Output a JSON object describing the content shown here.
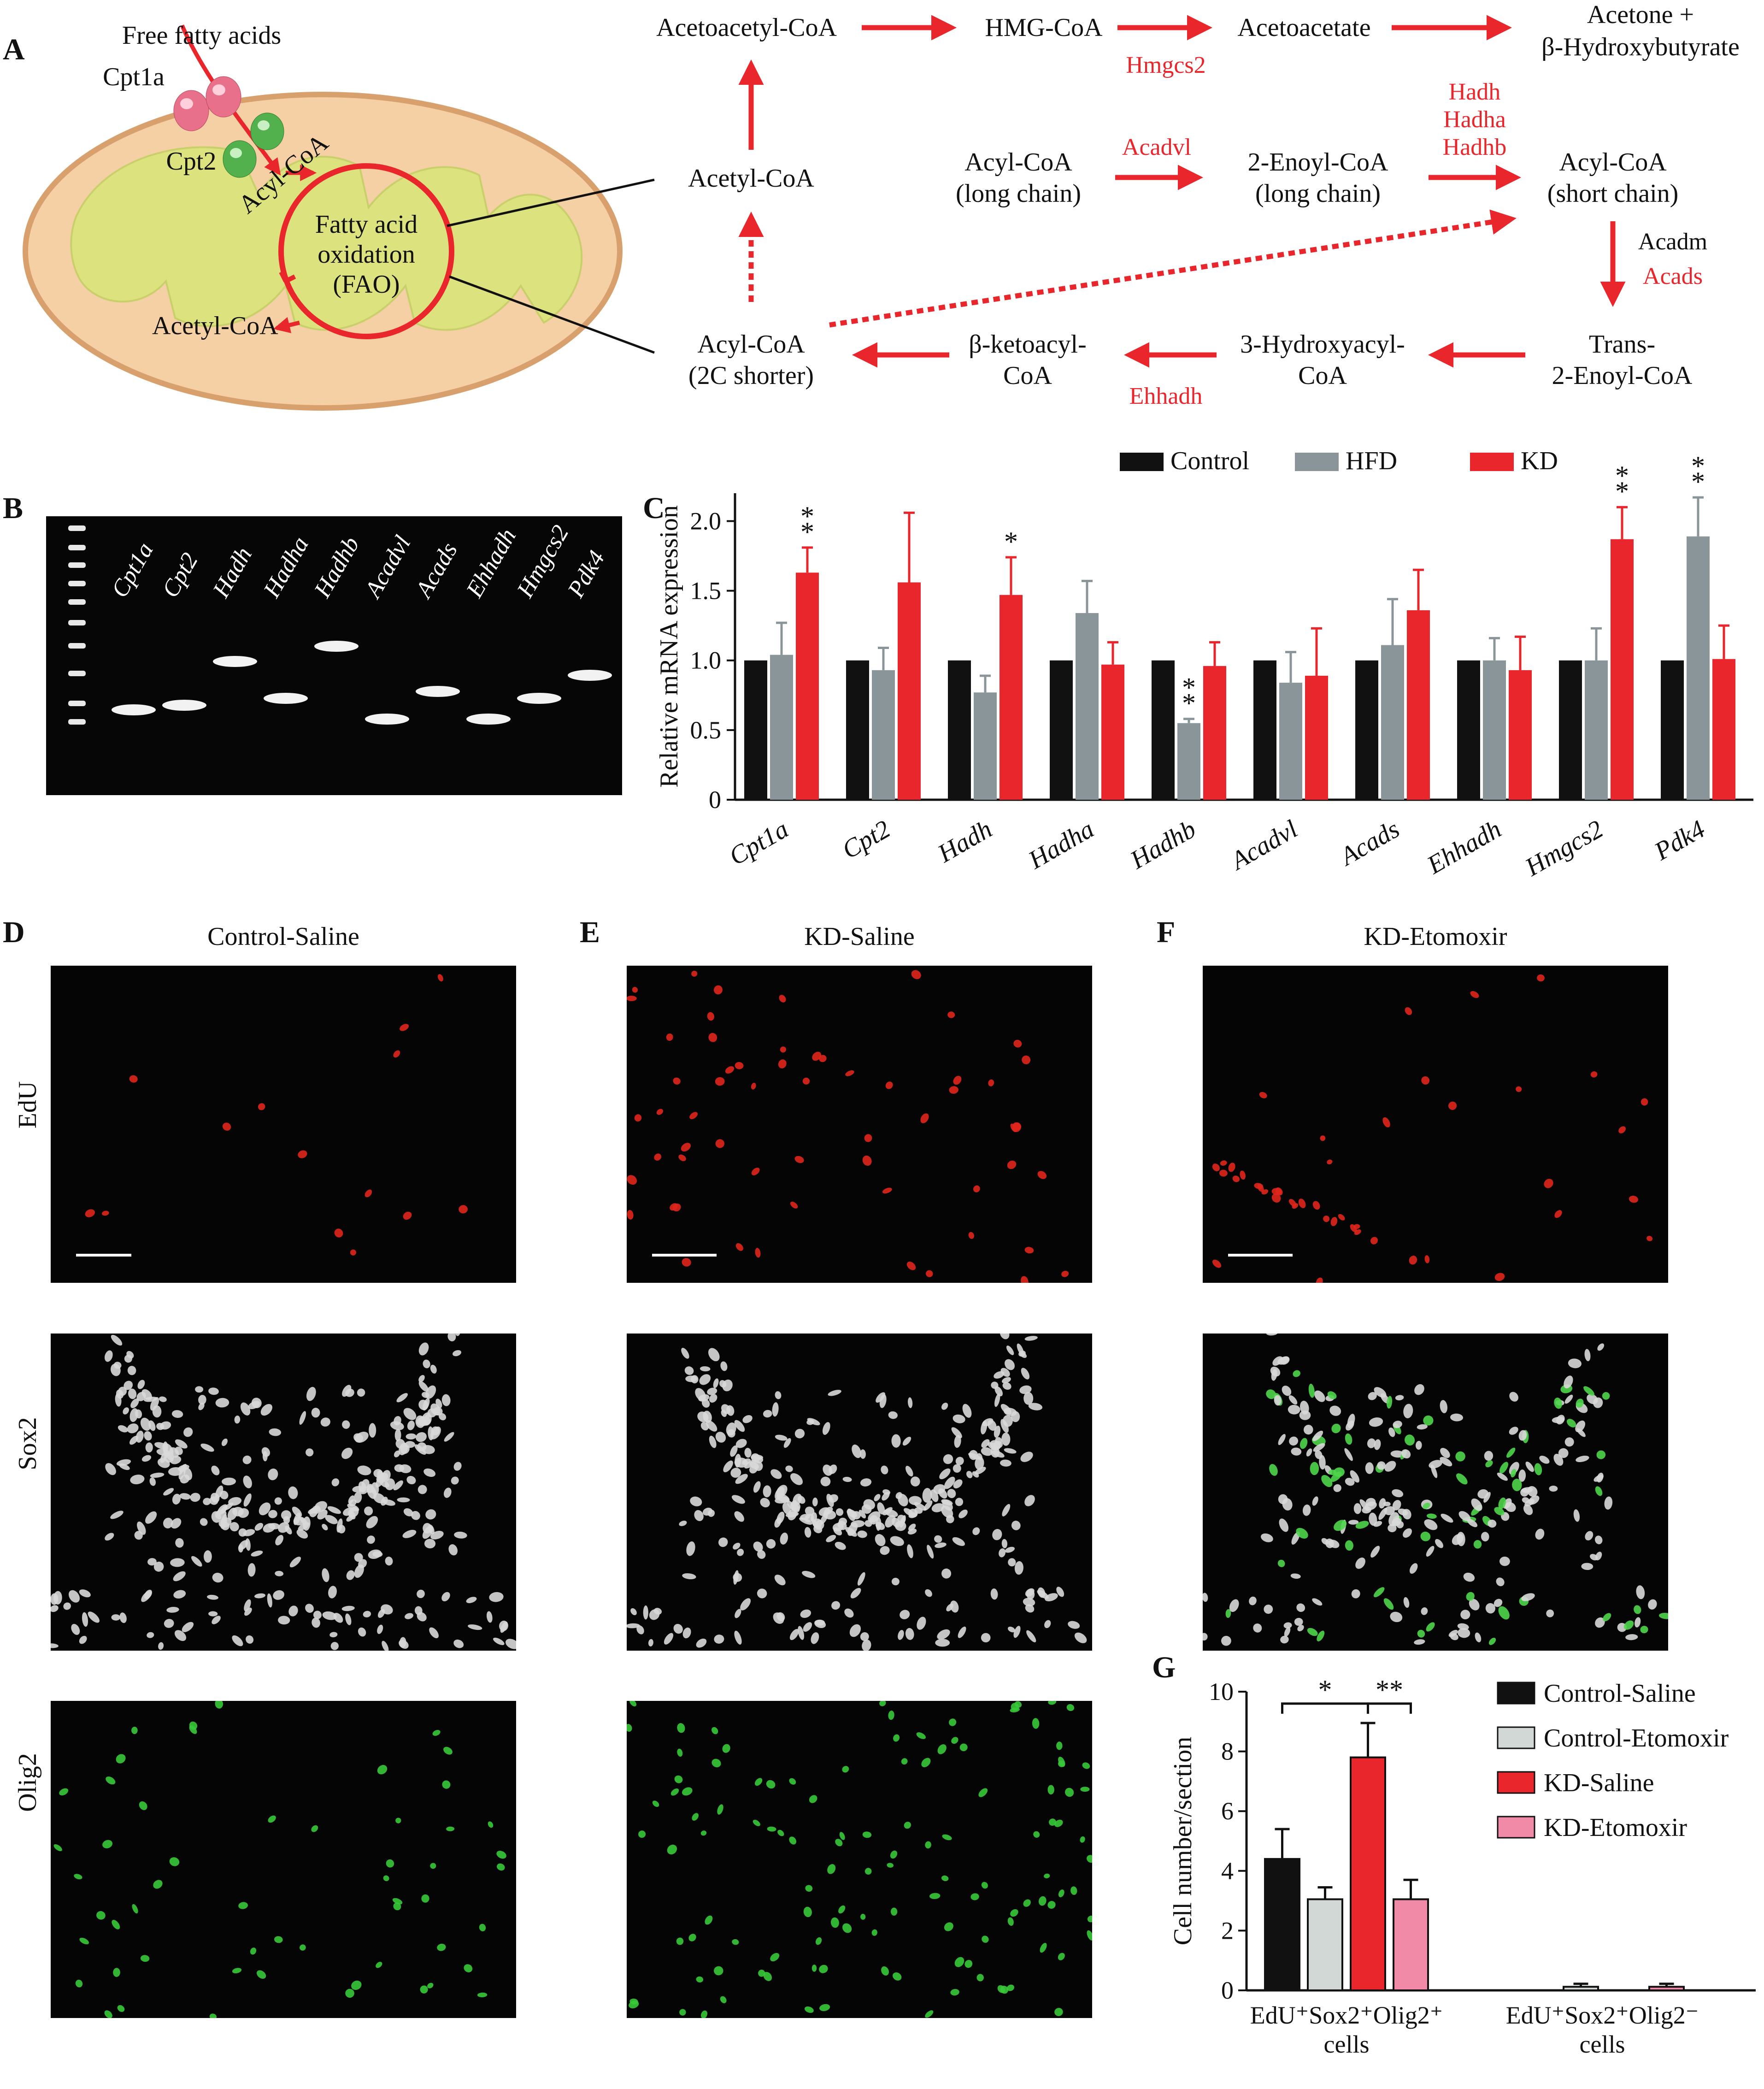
{
  "panel_labels": {
    "a": "A",
    "b": "B",
    "c": "C",
    "d": "D",
    "e": "E",
    "f": "F",
    "g": "G"
  },
  "panel_a": {
    "mito": {
      "free_fatty_acids": "Free fatty acids",
      "cpt1a": "Cpt1a",
      "cpt2": "Cpt2",
      "acyl_coa": "Acyl-CoA",
      "fao_line1": "Fatty acid",
      "fao_line2": "oxidation",
      "fao_line3": "(FAO)",
      "acetyl_coa": "Acetyl-CoA"
    },
    "nodes": {
      "acetoacetyl": "Acetoacetyl-CoA",
      "hmg": "HMG-CoA",
      "acetoacetate": "Acetoacetate",
      "acetone_1": "Acetone +",
      "acetone_2": "β-Hydroxybutyrate",
      "acetyl": "Acetyl-CoA",
      "acyl_long_1": "Acyl-CoA",
      "acyl_long_2": "(long chain)",
      "enoyl_long_1": "2-Enoyl-CoA",
      "enoyl_long_2": "(long chain)",
      "acyl_short_1": "Acyl-CoA",
      "acyl_short_2": "(short chain)",
      "acyl_2c_1": "Acyl-CoA",
      "acyl_2c_2": "(2C shorter)",
      "ketoacyl_1": "β-ketoacyl-",
      "ketoacyl_2": "CoA",
      "hydroxyacyl_1": "3-Hydroxyacyl-",
      "hydroxyacyl_2": "CoA",
      "trans_1": "Trans-",
      "trans_2": "2-Enoyl-CoA"
    },
    "enzymes": {
      "hmgcs2": "Hmgcs2",
      "acadvl": "Acadvl",
      "hadh": "Hadh",
      "hadha": "Hadha",
      "hadhb": "Hadhb",
      "acadm": "Acadm",
      "acads": "Acads",
      "ehhadh": "Ehhadh"
    }
  },
  "panel_b": {
    "lanes": [
      "Cpt1a",
      "Cpt2",
      "Hadh",
      "Hadha",
      "Hadhb",
      "Acadvl",
      "Acads",
      "Ehhadh",
      "Hmgcs2",
      "Pdk4"
    ],
    "band_rank": [
      1,
      2,
      6,
      3,
      7,
      0,
      4,
      0,
      3,
      5
    ]
  },
  "panel_d": {
    "title": "Control-Saline"
  },
  "panel_e": {
    "title": "KD-Saline"
  },
  "panel_f": {
    "title": "KD-Etomoxir"
  },
  "row_labels": {
    "edu": "EdU",
    "sox2": "Sox2",
    "olig2": "Olig2"
  },
  "chart_data": [
    {
      "panel": "C",
      "type": "bar",
      "ylabel": "Relative mRNA expression",
      "ylim": [
        0,
        2.2
      ],
      "yticks": [
        "0",
        "0.5",
        "1.0",
        "1.5",
        "2.0"
      ],
      "legend_position": "top-right",
      "categories": [
        "Cpt1a",
        "Cpt2",
        "Hadh",
        "Hadha",
        "Hadhb",
        "Acadvl",
        "Acads",
        "Ehhadh",
        "Hmgcs2",
        "Pdk4"
      ],
      "series": [
        {
          "name": "Control",
          "color": "#111111",
          "values": [
            1,
            1,
            1,
            1,
            1,
            1,
            1,
            1,
            1,
            1
          ],
          "errors": [
            0,
            0,
            0,
            0,
            0,
            0,
            0,
            0,
            0,
            0
          ]
        },
        {
          "name": "HFD",
          "color": "#8a9599",
          "values": [
            1.04,
            0.93,
            0.77,
            1.34,
            0.55,
            0.84,
            1.11,
            1.0,
            1.0,
            1.89
          ],
          "errors": [
            0.23,
            0.16,
            0.12,
            0.23,
            0.03,
            0.22,
            0.33,
            0.16,
            0.23,
            0.28
          ]
        },
        {
          "name": "KD",
          "color": "#e8262b",
          "values": [
            1.63,
            1.56,
            1.47,
            0.97,
            0.96,
            0.89,
            1.36,
            0.93,
            1.87,
            1.01
          ],
          "errors": [
            0.18,
            0.5,
            0.27,
            0.16,
            0.17,
            0.34,
            0.29,
            0.24,
            0.23,
            0.24
          ]
        }
      ],
      "significance": [
        {
          "category": "Cpt1a",
          "series": "KD",
          "label": "**"
        },
        {
          "category": "Hadh",
          "series": "KD",
          "label": "*"
        },
        {
          "category": "Hadhb",
          "series": "HFD",
          "label": "**"
        },
        {
          "category": "Hmgcs2",
          "series": "KD",
          "label": "**"
        },
        {
          "category": "Pdk4",
          "series": "HFD",
          "label": "**"
        }
      ]
    },
    {
      "panel": "G",
      "type": "bar",
      "ylabel": "Cell number/section",
      "ylim": [
        0,
        10
      ],
      "yticks": [
        "0",
        "2",
        "4",
        "6",
        "8",
        "10"
      ],
      "legend_position": "top-right",
      "categories": [
        {
          "line1": "EdU⁺Sox2⁺Olig2⁺",
          "line2": "cells"
        },
        {
          "line1": "EdU⁺Sox2⁺Olig2⁻",
          "line2": "cells"
        }
      ],
      "series": [
        {
          "name": "Control-Saline",
          "color": "#111111",
          "values": [
            4.4,
            0
          ],
          "errors": [
            1.0,
            0
          ]
        },
        {
          "name": "Control-Etomoxir",
          "color": "#d2d8d6",
          "values": [
            3.05,
            0.12
          ],
          "errors": [
            0.4,
            0.1
          ]
        },
        {
          "name": "KD-Saline",
          "color": "#e8262b",
          "values": [
            7.8,
            0
          ],
          "errors": [
            1.15,
            0
          ]
        },
        {
          "name": "KD-Etomoxir",
          "color": "#f08aa6",
          "values": [
            3.05,
            0.12
          ],
          "errors": [
            0.65,
            0.1
          ]
        }
      ],
      "brackets": [
        {
          "from_series": "Control-Saline",
          "to_series": "KD-Saline",
          "label": "*"
        },
        {
          "from_series": "KD-Saline",
          "to_series": "KD-Etomoxir",
          "label": "**"
        }
      ]
    }
  ]
}
